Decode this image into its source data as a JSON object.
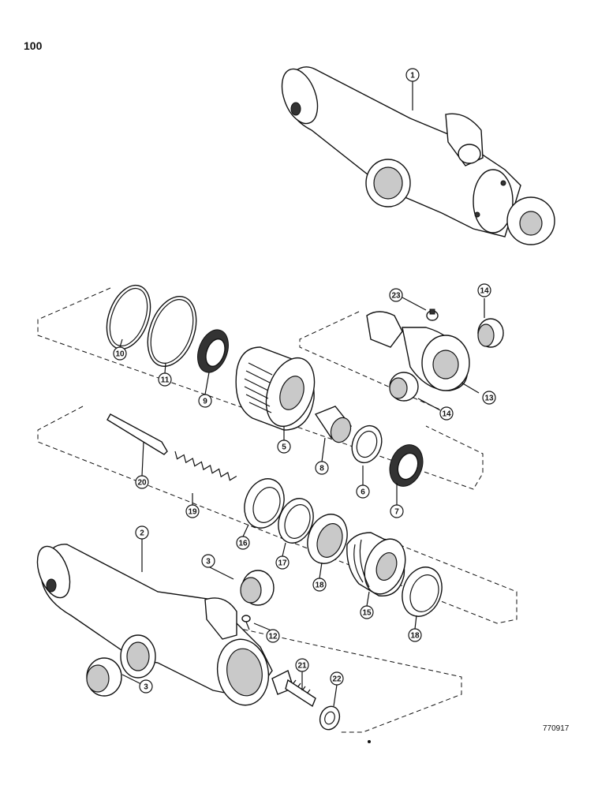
{
  "page_number": "100",
  "drawing_code": "770917",
  "callouts": [
    {
      "label": "1"
    },
    {
      "label": "2"
    },
    {
      "label": "3"
    },
    {
      "label": "3"
    },
    {
      "label": "5"
    },
    {
      "label": "6"
    },
    {
      "label": "7"
    },
    {
      "label": "8"
    },
    {
      "label": "9"
    },
    {
      "label": "10"
    },
    {
      "label": "11"
    },
    {
      "label": "12"
    },
    {
      "label": "13"
    },
    {
      "label": "14"
    },
    {
      "label": "14"
    },
    {
      "label": "15"
    },
    {
      "label": "16"
    },
    {
      "label": "17"
    },
    {
      "label": "18"
    },
    {
      "label": "18"
    },
    {
      "label": "19"
    },
    {
      "label": "20"
    },
    {
      "label": "21"
    },
    {
      "label": "22"
    },
    {
      "label": "23"
    }
  ]
}
